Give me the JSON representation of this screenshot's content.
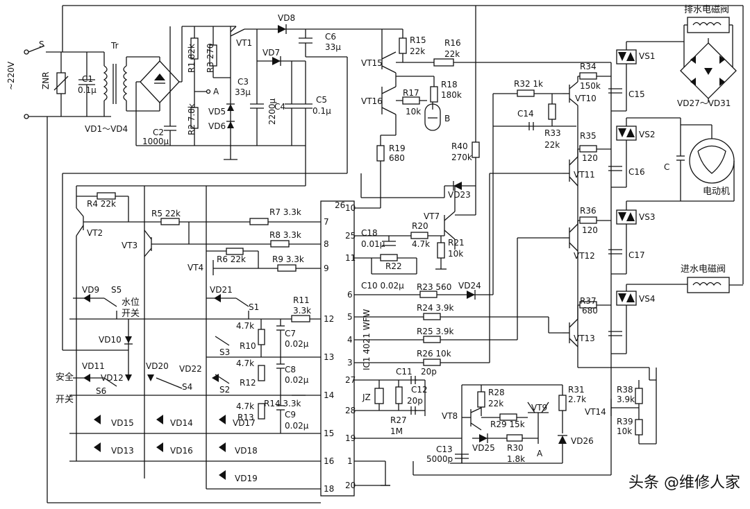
{
  "labels": {
    "s": "S",
    "tr": "Tr",
    "mains": "~220V",
    "znr": "ZNR",
    "c1": "C1",
    "c1v": "0.1μ",
    "vd14": "VD1～VD4",
    "c2": "C2",
    "c2v": "1000μ",
    "r1": "R1 82k",
    "r3": "R3 270",
    "r2": "R2 7.8k",
    "vt1": "VT1",
    "vd8": "VD8",
    "c6": "C6",
    "c6v": "33μ",
    "vd7": "VD7",
    "c3": "C3",
    "c3v": "33μ",
    "pointA": "A",
    "vd5": "VD5",
    "vd6": "VD6",
    "c4": "C4",
    "c4v": "2200μ",
    "c5": "C5",
    "c5v": "0.1μ",
    "vt15": "VT15",
    "r15": "R15",
    "r15v": "22k",
    "r16": "R16",
    "r16v": "22k",
    "vt16": "VT16",
    "r17": "R17",
    "r17v": "10k",
    "r18": "R18",
    "r18v": "180k",
    "b": "B",
    "r19": "R19",
    "r19v": "680",
    "r40": "R40",
    "r40v": "270k",
    "r32": "R32 1k",
    "r34": "R34",
    "r34v": "150k",
    "vt10": "VT10",
    "c14": "C14",
    "r33": "R33",
    "r33v": "22k",
    "r35": "R35",
    "r35v": "120",
    "vt11": "VT11",
    "r36": "R36",
    "r36v": "120",
    "vt12": "VT12",
    "r37": "R37",
    "r37v": "680",
    "vt13": "VT13",
    "vs1": "VS1",
    "vs2": "VS2",
    "vs3": "VS3",
    "vs4": "VS4",
    "c15": "C15",
    "c16": "C16",
    "c17": "C17",
    "drainValve": "排水电磁阀",
    "inletValve": "进水电磁阀",
    "vd2731": "VD27～VD31",
    "motorC": "C",
    "motor": "电动机",
    "vd23": "VD23",
    "vt7": "VT7",
    "r4": "R4 22k",
    "vt2": "VT2",
    "r5": "R5 22k",
    "vt3": "VT3",
    "r7": "R7 3.3k",
    "r8": "R8 3.3k",
    "r6": "R6 22k",
    "vt4": "VT4",
    "r9": "R9 3.3k",
    "vd9": "VD9",
    "s5": "S5",
    "waterLevel1": "水位",
    "waterLevel2": "开关",
    "vd21": "VD21",
    "s1": "S1",
    "r11": "R11",
    "r11v": "3.3k",
    "r10v": "4.7k",
    "r10": "R10",
    "c7": "C7",
    "c7v": "0.02μ",
    "s3": "S3",
    "r12v": "4.7k",
    "r12": "R12",
    "c8": "C8",
    "c8v": "0.02μ",
    "s2": "S2",
    "vd10": "VD10",
    "vd11": "VD11",
    "vd12": "VD12",
    "vd20": "VD20",
    "vd22": "VD22",
    "s4": "S4",
    "s6": "S6",
    "safety1": "安全",
    "safety2": "开关",
    "r13v": "4.7k",
    "r13": "R13",
    "r14": "R14 3.3k",
    "c9": "C9",
    "c9v": "0.02μ",
    "vd15": "VD15",
    "vd14b": "VD14",
    "vd17": "VD17",
    "vd13": "VD13",
    "vd16": "VD16",
    "vd18": "VD18",
    "vd19": "VD19",
    "ic": "IC1 4021 WFW",
    "c18": "C18",
    "c18v": "0.01μ",
    "r20": "R20",
    "r20v": "4.7k",
    "r21": "R21",
    "r21v": "10k",
    "r22": "R22",
    "c10": "C10 0.02μ",
    "r23": "R23 560",
    "vd24": "VD24",
    "r24": "R24 3.9k",
    "r25": "R25 3.9k",
    "r26": "R26 10k",
    "c11": "C11",
    "c11v": "20p",
    "c12": "C12",
    "c12v": "20p",
    "jz": "JZ",
    "r27": "R27",
    "r27v": "1M",
    "r28": "R28",
    "r28v": "22k",
    "vt8": "VT8",
    "vt9": "VT9",
    "r31": "R31",
    "r31v": "2.7k",
    "r29": "R29 15k",
    "vd26": "VD26",
    "vd25": "VD25",
    "r30": "R30",
    "r30v": "1.8k",
    "pointA2": "A",
    "c13": "C13",
    "c13v": "5000p",
    "vt14": "VT14",
    "r38": "R38",
    "r38v": "3.9k",
    "r39": "R39",
    "r39v": "10k",
    "watermark": "头条 @维修人家"
  },
  "ic_pins": [
    "26",
    "7",
    "8",
    "9",
    "12",
    "13",
    "14",
    "15",
    "16",
    "18",
    "10",
    "25",
    "11",
    "6",
    "5",
    "4",
    "3",
    "27",
    "28",
    "19",
    "1",
    "20"
  ]
}
